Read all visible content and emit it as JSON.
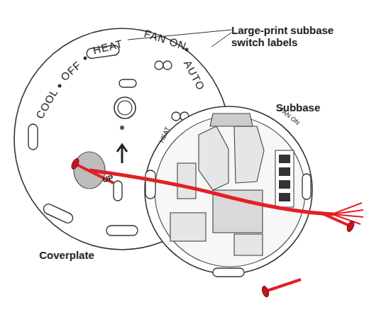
{
  "diagram": {
    "labels": [
      "Large-print subbase switch labels",
      "Subbase",
      "Coverplate",
      "COOL",
      "OFF",
      "HEAT",
      "FAN ON",
      "AUTO",
      "UP",
      "HEAT",
      "FAN ON"
    ]
  }
}
